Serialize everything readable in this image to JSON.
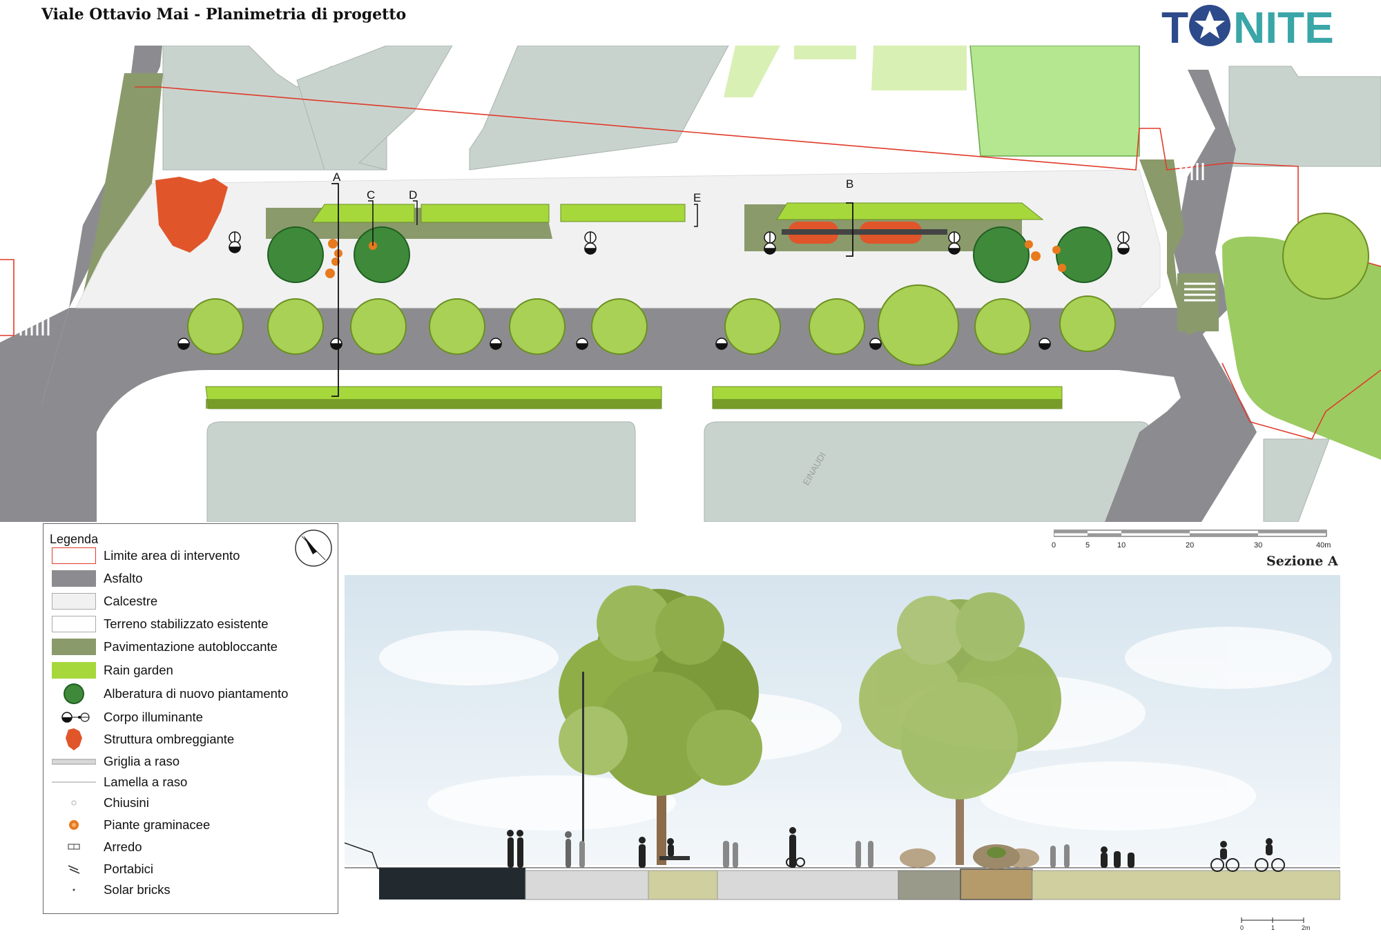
{
  "title": "Viale Ottavio Mai - Planimetria di progetto",
  "logo": {
    "text_before": "T",
    "text_after": "NITE"
  },
  "plan": {
    "section_markers": [
      "A",
      "B",
      "C",
      "D",
      "E"
    ],
    "street_label": "EINAUDI"
  },
  "legend": {
    "title": "Legenda",
    "items": [
      {
        "label": "Limite area di intervento",
        "kind": "outline",
        "color": "#e03a2a"
      },
      {
        "label": "Asfalto",
        "kind": "fill",
        "color": "#8c8c90"
      },
      {
        "label": "Calcestre",
        "kind": "fill",
        "color": "#f1f1f1"
      },
      {
        "label": "Terreno stabilizzato esistente",
        "kind": "fill",
        "color": "#ffffff"
      },
      {
        "label": "Pavimentazione autobloccante",
        "kind": "fill",
        "color": "#8a9a6b"
      },
      {
        "label": "Rain garden",
        "kind": "fill",
        "color": "#a6d83c"
      },
      {
        "label": "Alberatura di nuovo piantamento",
        "kind": "tree-icon",
        "color": "#2e7d32"
      },
      {
        "label": "Corpo illuminante",
        "kind": "lamp-icon",
        "color": "#111111"
      },
      {
        "label": "Struttura ombreggiante",
        "kind": "shade-icon",
        "color": "#e0552a"
      },
      {
        "label": "Griglia a raso",
        "kind": "grate-icon",
        "color": "#999999"
      },
      {
        "label": "Lamella a raso",
        "kind": "line-icon",
        "color": "#bbbbbb"
      },
      {
        "label": "Chiusini",
        "kind": "dot-icon",
        "color": "#bbbbbb"
      },
      {
        "label": "Piante graminacee",
        "kind": "flower-icon",
        "color": "#e87a1e"
      },
      {
        "label": "Arredo",
        "kind": "bench-icon",
        "color": "#555555"
      },
      {
        "label": "Portabici",
        "kind": "bike-icon",
        "color": "#333333"
      },
      {
        "label": "Solar bricks",
        "kind": "small-dot-icon",
        "color": "#555555"
      }
    ]
  },
  "scale": {
    "labels": [
      "0",
      "5",
      "10",
      "20",
      "30",
      "40m"
    ]
  },
  "section": {
    "title": "Sezione A",
    "scale_labels": [
      "0",
      "1",
      "2m"
    ]
  }
}
